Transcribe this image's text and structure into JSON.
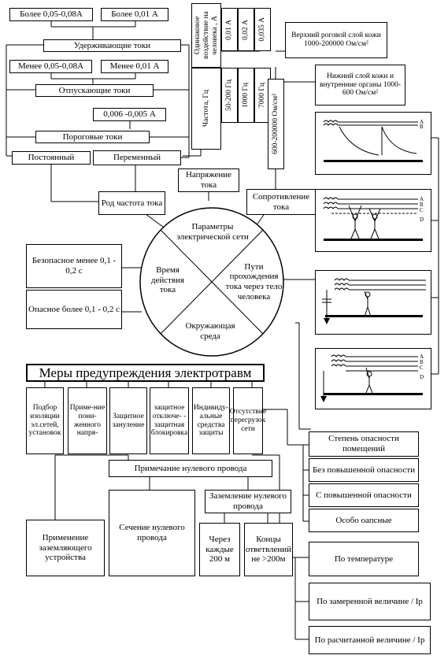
{
  "top_left": {
    "more_005_008": "Более 0,05-0,08А",
    "more_001": "Более 0,01 А",
    "holding": "Удерживающие токи",
    "less_005_008": "Менее 0,05-0,08А",
    "less_001": "Менее 0,01 А",
    "releasing": "Отпускающие токи",
    "threshold_value": "0,006 -0,005 А",
    "threshold": "Пороговые токи",
    "dc": "Постоянный",
    "ac": "Переменный"
  },
  "freq_table": {
    "header_effect": "Одинаковое воздействие на человека , А",
    "header_freq": "Частота, Гц",
    "rows": [
      {
        "current": "0,01 А",
        "freq": "50-200 Гц"
      },
      {
        "current": "0,02 А",
        "freq": "1000 Гц"
      },
      {
        "current": "0,035 А",
        "freq": "7000 Гц"
      }
    ]
  },
  "skin": {
    "range": "600-200000 Ом/см²",
    "upper": "Верхний роговой слой кожи 1000-200000 Ом/см²",
    "lower": "Нижний слой кожи и внутренние органы 1000-600 Ом/см²"
  },
  "params": {
    "voltage": "Напряжение тока",
    "kind_freq": "Род частота тока",
    "resistance": "Сопротивление тока",
    "safe": "Безопасное менее 0,1 - 0,2 с",
    "danger": "Опасное более 0,1 - 0,2 с"
  },
  "circle": {
    "top": "Параметры электрической сети",
    "left": "Время действия тока",
    "right": "Пути прохождения тока через тело человека",
    "bottom": "Окружающая среда"
  },
  "measures": {
    "title": "Меры предупреждения электротравм",
    "items": [
      "Подбор изоляции эл.сетей, установок",
      "Приме-ние пони-женного напря-",
      "Защитное зануление",
      "защитное отключе- - защитная блокировка",
      "Индивиду-альные средства защиты",
      "Отсутствие перегрузок сети"
    ],
    "neutral_note": "Примечание нулевого провода",
    "grounding_device": "Применение заземляющего устройства",
    "neutral_section": "Сечение нулевого провода",
    "neutral_grounding": "Заземление нулевого провода",
    "every_200": "Через каждые 200 м",
    "branch_ends": "Концы ответвлений не >200м"
  },
  "danger_rooms": {
    "title": "Степень опасности помещений",
    "items": [
      "Без повышенной опасности",
      "С повышенной опасности",
      "Особо оапсные"
    ]
  },
  "overload": {
    "items": [
      "По температуре",
      "По замеренной величине / Ip",
      "По расчитанной величине / Ip"
    ]
  },
  "pictures": {
    "wire_labels": [
      "A",
      "B",
      "C",
      "D"
    ]
  }
}
